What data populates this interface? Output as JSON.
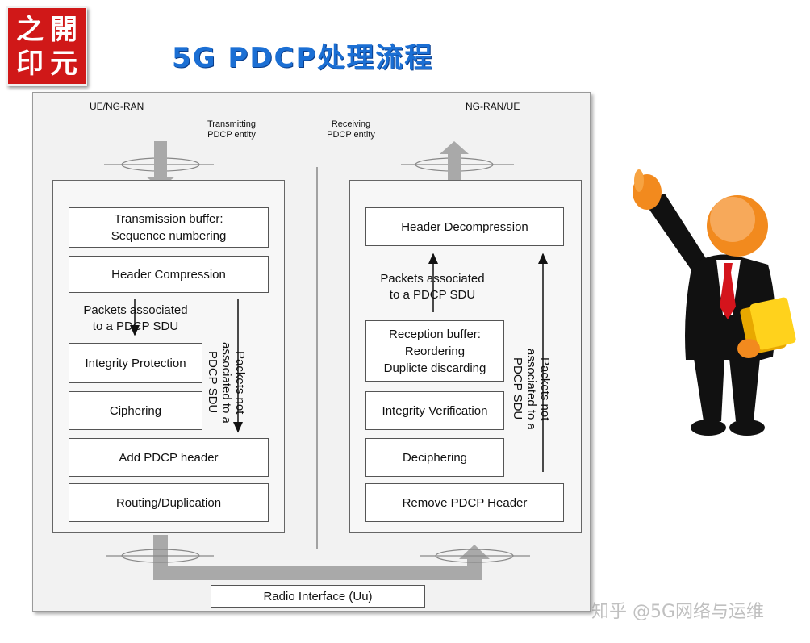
{
  "logo": {
    "chars": [
      "之",
      "開",
      "印",
      "元"
    ]
  },
  "title": "5G PDCP处理流程",
  "diagram": {
    "left_label": "UE/NG-RAN",
    "right_label": "NG-RAN/UE",
    "transmitting": {
      "line1": "Transmitting",
      "line2": "PDCP  entity"
    },
    "receiving": {
      "line1": "Receiving",
      "line2": "PDCP  entity"
    },
    "tx": {
      "transmission_buffer": {
        "line1": "Transmission buffer:",
        "line2": "Sequence numbering"
      },
      "header_compression": "Header Compression",
      "packets_associated": {
        "line1": "Packets associated",
        "line2": "to a PDCP SDU"
      },
      "integrity_protection": "Integrity Protection",
      "ciphering": "Ciphering",
      "packets_not": {
        "line1": "Packets not",
        "line2": "associated to a",
        "line3": "PDCP SDU"
      },
      "add_header": "Add PDCP header",
      "routing": "Routing/Duplication"
    },
    "rx": {
      "header_decompression": "Header Decompression",
      "packets_associated": {
        "line1": "Packets associated",
        "line2": "to a PDCP SDU"
      },
      "reception_buffer": {
        "line1": "Reception buffer:",
        "line2": "Reordering",
        "line3": "Duplicte discarding"
      },
      "integrity_verification": "Integrity Verification",
      "deciphering": "Deciphering",
      "packets_not": {
        "line1": "Packets not",
        "line2": "associated to a",
        "line3": "PDCP SDU"
      },
      "remove_header": "Remove PDCP Header"
    },
    "radio_interface": "Radio Interface (Uu)"
  },
  "watermark": "知乎 @5G网络与运维"
}
